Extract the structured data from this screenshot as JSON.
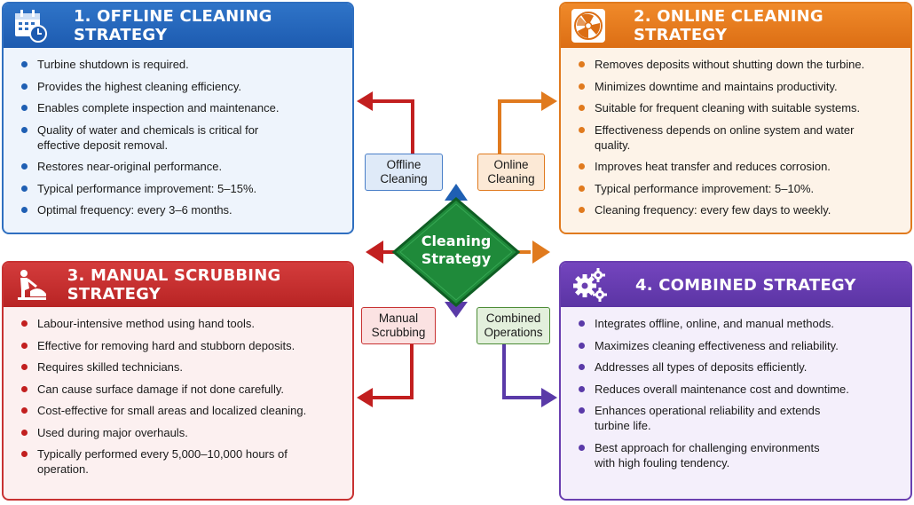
{
  "center": {
    "label_line1": "Cleaning",
    "label_line2": "Strategy"
  },
  "labels": {
    "offline": {
      "line1": "Offline",
      "line2": "Cleaning"
    },
    "online": {
      "line1": "Online",
      "line2": "Cleaning"
    },
    "manual": {
      "line1": "Manual",
      "line2": "Scrubbing"
    },
    "combined": {
      "line1": "Combined",
      "line2": "Operations"
    }
  },
  "panels": [
    {
      "title": "1. OFFLINE CLEANING STRATEGY",
      "icon": "calendar-clock-icon",
      "color": "#2f6fc0",
      "items": [
        "Turbine shutdown is required.",
        "Provides the highest cleaning efficiency.",
        "Enables complete inspection and maintenance.",
        "Quality of water and chemicals is critical for effective deposit removal.",
        "Restores near-original performance.",
        "Typical performance improvement: 5–15%.",
        "Optimal frequency: every 3–6 months."
      ]
    },
    {
      "title": "2. ONLINE CLEANING STRATEGY",
      "icon": "turbine-fan-icon",
      "color": "#e07a1e",
      "items": [
        "Removes deposits without shutting down the turbine.",
        "Minimizes downtime and maintains productivity.",
        "Suitable for frequent cleaning with suitable systems.",
        "Effectiveness depends on online system and water quality.",
        "Improves heat transfer and reduces corrosion.",
        "Typical performance improvement: 5–10%.",
        "Cleaning frequency: every few days to weekly."
      ]
    },
    {
      "title": "3. MANUAL SCRUBBING STRATEGY",
      "icon": "worker-scrubbing-icon",
      "color": "#c83232",
      "items": [
        "Labour-intensive method using hand tools.",
        "Effective for removing hard and stubborn deposits.",
        "Requires skilled technicians.",
        "Can cause surface damage if not done carefully.",
        "Cost-effective for small areas and localized cleaning.",
        "Used during major overhauls.",
        "Typically performed every 5,000–10,000 hours of operation."
      ]
    },
    {
      "title": "4. COMBINED STRATEGY",
      "icon": "gears-icon",
      "color": "#6a3fb0",
      "items": [
        "Integrates offline, online, and manual methods.",
        "Maximizes cleaning effectiveness and reliability.",
        "Addresses all types of deposits efficiently.",
        "Reduces overall maintenance cost and downtime.",
        "Enhances operational reliability and extends turbine life.",
        "Best approach for challenging environments with high fouling tendency."
      ]
    }
  ]
}
